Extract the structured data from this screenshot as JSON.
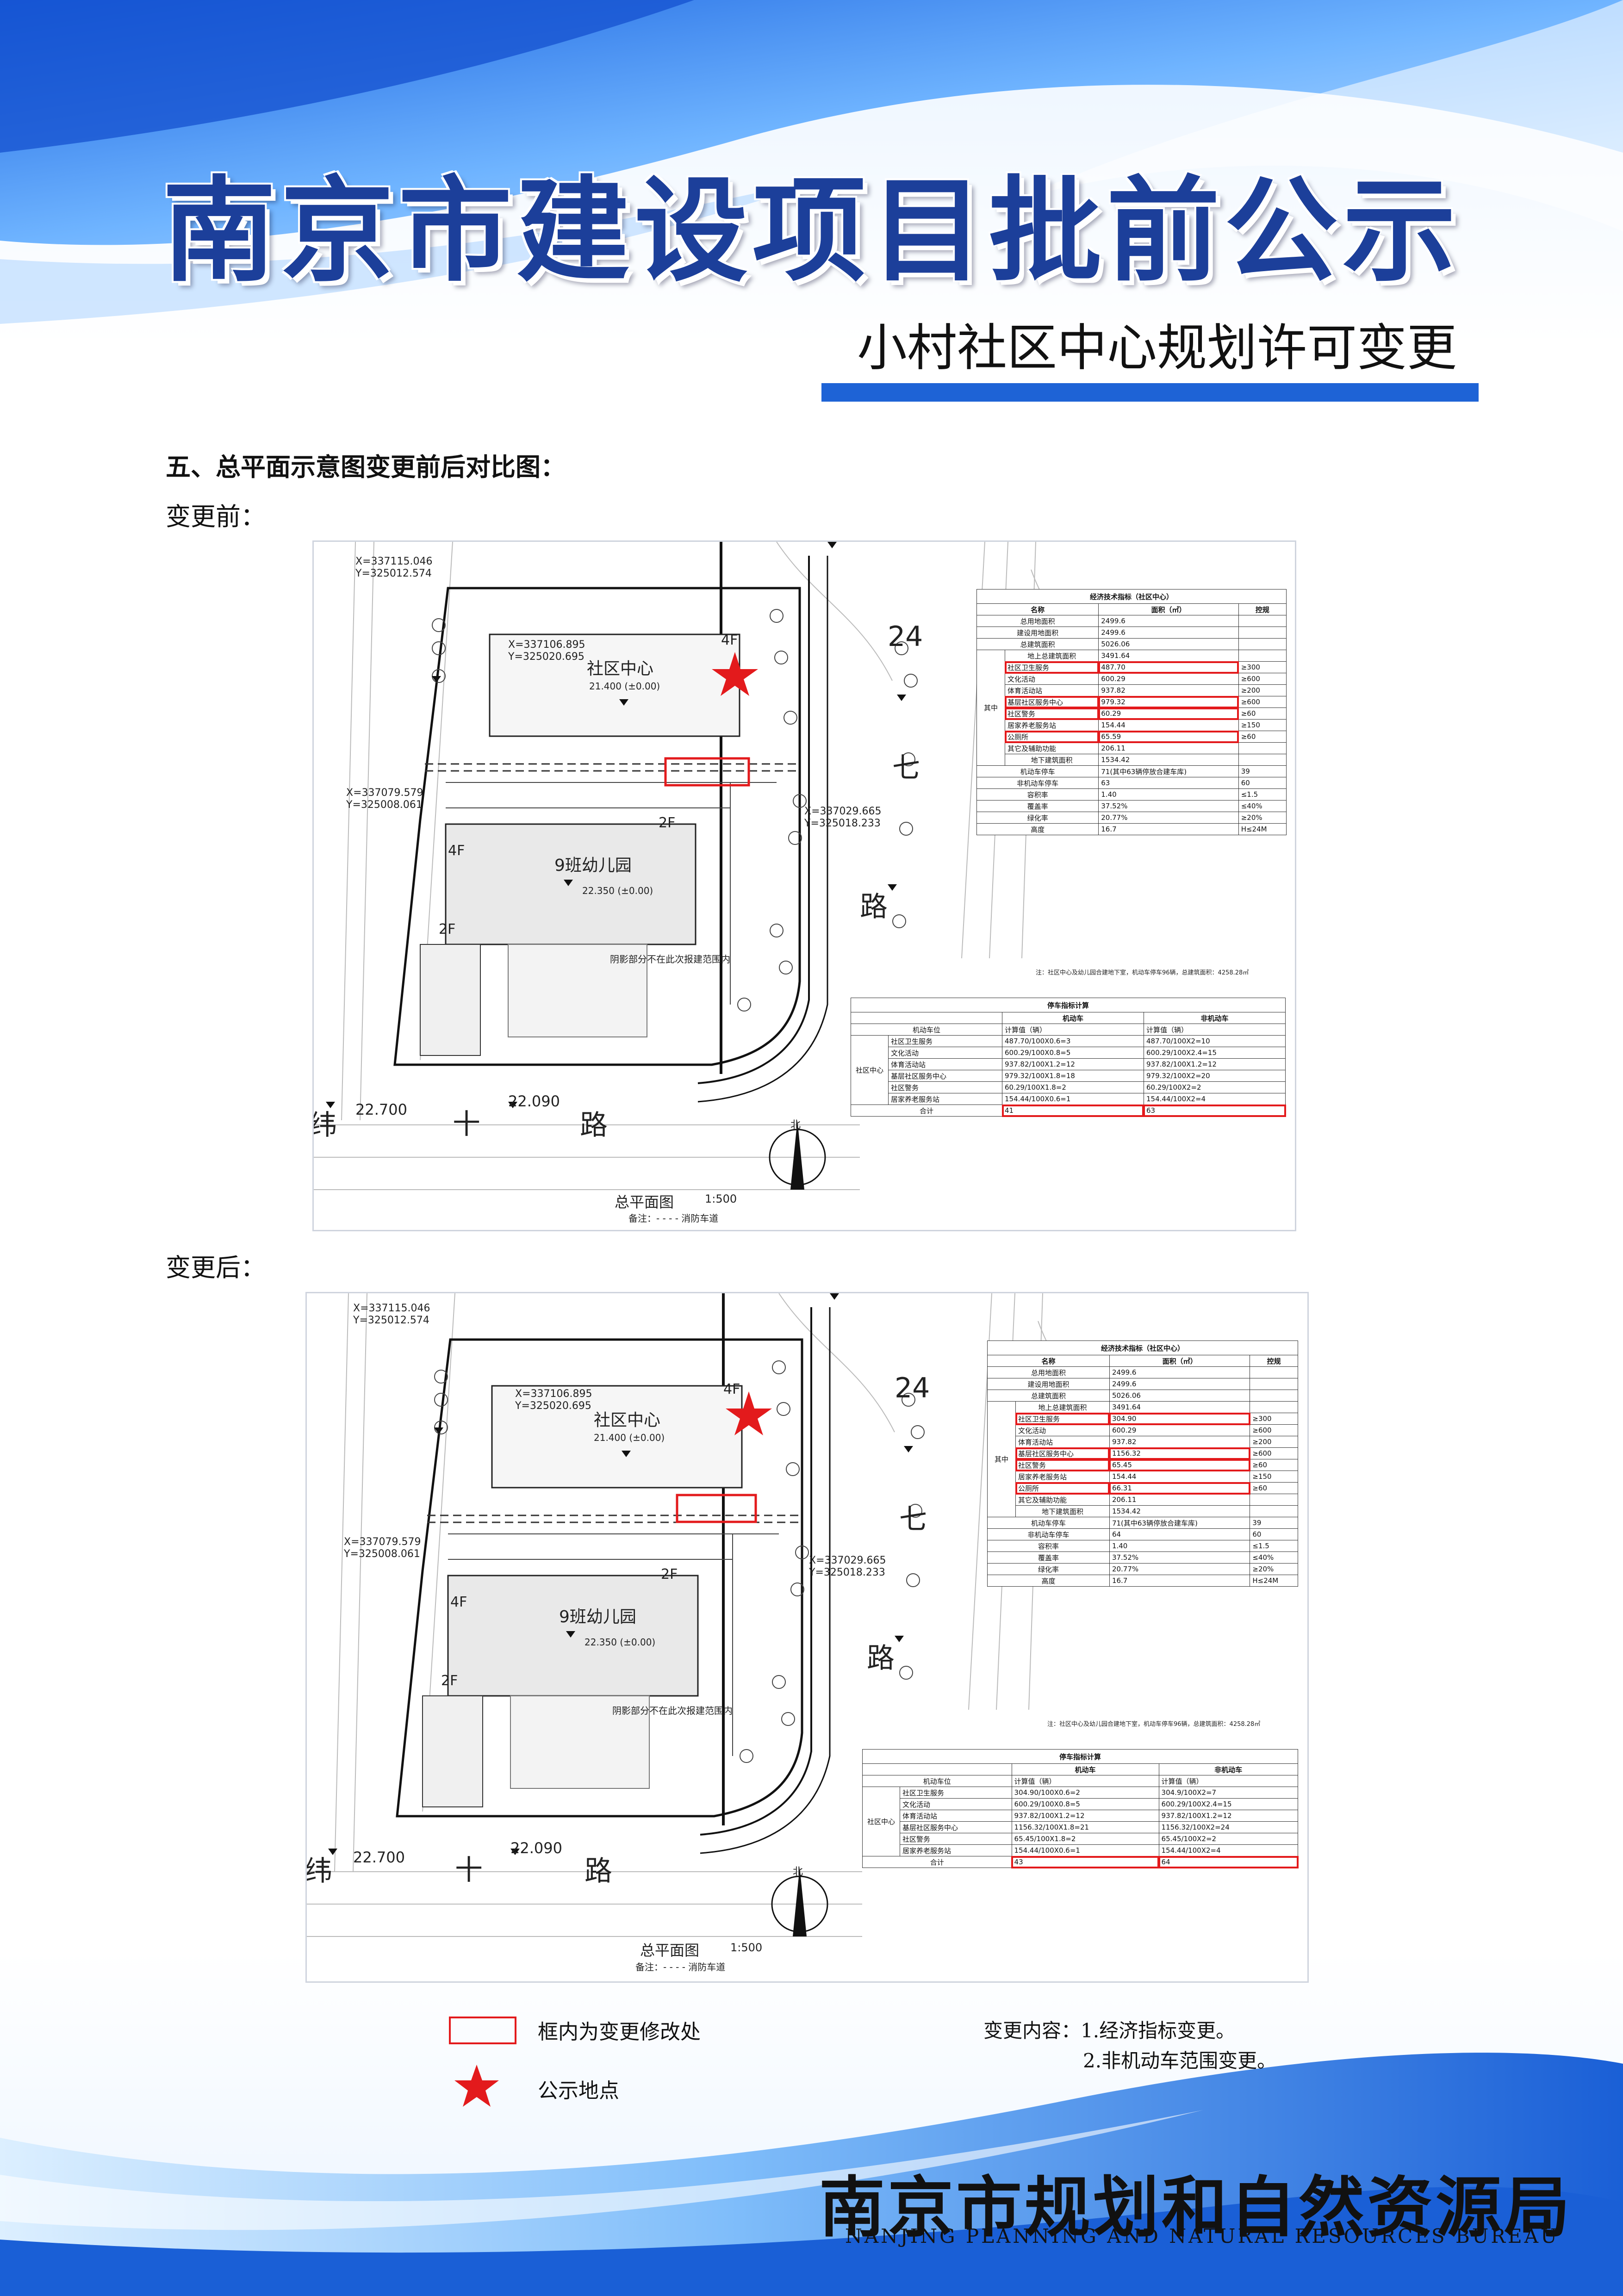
{
  "header": {
    "title": "南京市建设项目批前公示",
    "subtitle": "小村社区中心规划许可变更"
  },
  "section_heading": "五、总平面示意图变更前后对比图：",
  "phases": {
    "before": "变更前：",
    "after": "变更后："
  },
  "site_labels": {
    "road_north_left": "纬",
    "road_north_mid": "十",
    "road_north_right": "路",
    "road_east_top": "24",
    "road_east_mid": "七",
    "road_east_bottom": "路",
    "community_center": "社区中心",
    "kindergarten": "9班幼儿园",
    "floors_4f": "4F",
    "floors_2f": "2F",
    "coord_a": "X=337115.046",
    "coord_a2": "Y=325012.574",
    "coord_b": "X=337106.895",
    "coord_b2": "Y=325020.695",
    "coord_c": "X=337079.579",
    "coord_c2": "Y=325008.061",
    "coord_d": "X=337029.665",
    "coord_d2": "Y=325018.233",
    "elev_1": "21.400 (±0.00)",
    "elev_2": "22.350 (±0.00)",
    "elev_3": "22.700",
    "elev_4": "22.090",
    "plan_title": "总平面图",
    "plan_scale": "1:500",
    "plan_note": "备注：- - - -  消防车道",
    "north_label": "北",
    "shade_note": "阴影部分不在此次报建范围内"
  },
  "econ_table": {
    "title": "经济技术指标（社区中心）",
    "headers": [
      "名称",
      "面积（㎡）",
      "控规"
    ],
    "rows_top": [
      {
        "name": "总用地面积",
        "area": "2499.6",
        "ctrl": ""
      },
      {
        "name": "建设用地面积",
        "area": "2499.6",
        "ctrl": ""
      },
      {
        "name": "总建筑面积",
        "area": "5026.06",
        "ctrl": ""
      }
    ],
    "above_ground": {
      "name": "地上总建筑面积",
      "area": "3491.64"
    },
    "group_label": "其中",
    "sub_rows_before": [
      {
        "name": "社区卫生服务",
        "area": "487.70",
        "ctrl": "≥300",
        "changed": true
      },
      {
        "name": "文化活动",
        "area": "600.29",
        "ctrl": "≥600",
        "changed": false
      },
      {
        "name": "体育活动站",
        "area": "937.82",
        "ctrl": "≥200",
        "changed": false
      },
      {
        "name": "基层社区服务中心",
        "area": "979.32",
        "ctrl": "≥600",
        "changed": true
      },
      {
        "name": "社区警务",
        "area": "60.29",
        "ctrl": "≥60",
        "changed": true
      },
      {
        "name": "居家养老服务站",
        "area": "154.44",
        "ctrl": "≥150",
        "changed": false
      },
      {
        "name": "公厕所",
        "area": "65.59",
        "ctrl": "≥60",
        "changed": true
      },
      {
        "name": "其它及辅助功能",
        "area": "206.11",
        "ctrl": "",
        "changed": false
      }
    ],
    "sub_rows_after": [
      {
        "name": "社区卫生服务",
        "area": "304.90",
        "ctrl": "≥300",
        "changed": true
      },
      {
        "name": "文化活动",
        "area": "600.29",
        "ctrl": "≥600",
        "changed": false
      },
      {
        "name": "体育活动站",
        "area": "937.82",
        "ctrl": "≥200",
        "changed": false
      },
      {
        "name": "基层社区服务中心",
        "area": "1156.32",
        "ctrl": "≥600",
        "changed": true
      },
      {
        "name": "社区警务",
        "area": "65.45",
        "ctrl": "≥60",
        "changed": true
      },
      {
        "name": "居家养老服务站",
        "area": "154.44",
        "ctrl": "≥150",
        "changed": false
      },
      {
        "name": "公厕所",
        "area": "66.31",
        "ctrl": "≥60",
        "changed": true
      },
      {
        "name": "其它及辅助功能",
        "area": "206.11",
        "ctrl": "",
        "changed": false
      }
    ],
    "below_ground": {
      "name": "地下建筑面积",
      "area": "1534.42"
    },
    "rows_bottom_before": [
      {
        "name": "机动车停车",
        "area": "71(其中63辆停放合建车库)",
        "ctrl": "39"
      },
      {
        "name": "非机动车停车",
        "area": "63",
        "ctrl": "60"
      },
      {
        "name": "容积率",
        "area": "1.40",
        "ctrl": "≤1.5"
      },
      {
        "name": "覆盖率",
        "area": "37.52%",
        "ctrl": "≤40%"
      },
      {
        "name": "绿化率",
        "area": "20.77%",
        "ctrl": "≥20%"
      },
      {
        "name": "高度",
        "area": "16.7",
        "ctrl": "H≤24M"
      }
    ],
    "rows_bottom_after": [
      {
        "name": "机动车停车",
        "area": "71(其中63辆停放合建车库)",
        "ctrl": "39"
      },
      {
        "name": "非机动车停车",
        "area": "64",
        "ctrl": "60"
      },
      {
        "name": "容积率",
        "area": "1.40",
        "ctrl": "≤1.5"
      },
      {
        "name": "覆盖率",
        "area": "37.52%",
        "ctrl": "≤40%"
      },
      {
        "name": "绿化率",
        "area": "20.77%",
        "ctrl": "≥20%"
      },
      {
        "name": "高度",
        "area": "16.7",
        "ctrl": "H≤24M"
      }
    ],
    "footnote": "注：社区中心及幼儿园合建地下室，机动车停车96辆，总建筑面积：4258.28㎡"
  },
  "parking_table": {
    "title": "停车指标计算",
    "head_row1": [
      "",
      "机动车",
      "非机动车"
    ],
    "head_row2": [
      "机动车位",
      "计算值（辆）",
      "计算值（辆）"
    ],
    "group_label": "社区中心",
    "rows_before": [
      {
        "name": "社区卫生服务",
        "car": "487.70/100X0.6=3",
        "bike": "487.70/100X2=10"
      },
      {
        "name": "文化活动",
        "car": "600.29/100X0.8=5",
        "bike": "600.29/100X2.4=15"
      },
      {
        "name": "体育活动站",
        "car": "937.82/100X1.2=12",
        "bike": "937.82/100X1.2=12"
      },
      {
        "name": "基层社区服务中心",
        "car": "979.32/100X1.8=18",
        "bike": "979.32/100X2=20"
      },
      {
        "name": "社区警务",
        "car": "60.29/100X1.8=2",
        "bike": "60.29/100X2=2"
      },
      {
        "name": "居家养老服务站",
        "car": "154.44/100X0.6=1",
        "bike": "154.44/100X2=4"
      }
    ],
    "rows_after": [
      {
        "name": "社区卫生服务",
        "car": "304.90/100X0.6=2",
        "bike": "304.9/100X2=7"
      },
      {
        "name": "文化活动",
        "car": "600.29/100X0.8=5",
        "bike": "600.29/100X2.4=15"
      },
      {
        "name": "体育活动站",
        "car": "937.82/100X1.2=12",
        "bike": "937.82/100X1.2=12"
      },
      {
        "name": "基层社区服务中心",
        "car": "1156.32/100X1.8=21",
        "bike": "1156.32/100X2=24"
      },
      {
        "name": "社区警务",
        "car": "65.45/100X1.8=2",
        "bike": "65.45/100X2=2"
      },
      {
        "name": "居家养老服务站",
        "car": "154.44/100X0.6=1",
        "bike": "154.44/100X2=4"
      }
    ],
    "total_label": "合计",
    "total_before": {
      "car": "41",
      "bike": "63"
    },
    "total_after": {
      "car": "43",
      "bike": "64"
    }
  },
  "legend": {
    "box_text": "框内为变更修改处",
    "star_text": "公示地点"
  },
  "changes": {
    "title": "变更内容：1.经济指标变更。",
    "item_2": "2.非机动车范围变更。"
  },
  "footer": {
    "bureau_cn": "南京市规划和自然资源局",
    "bureau_en": "NANJING PLANNING AND NATURAL RESOURCES BUREAU"
  },
  "colors": {
    "title_blue": "#1c3f9a",
    "accent_blue": "#1e63d6",
    "highlight_red": "#e31a1c"
  }
}
